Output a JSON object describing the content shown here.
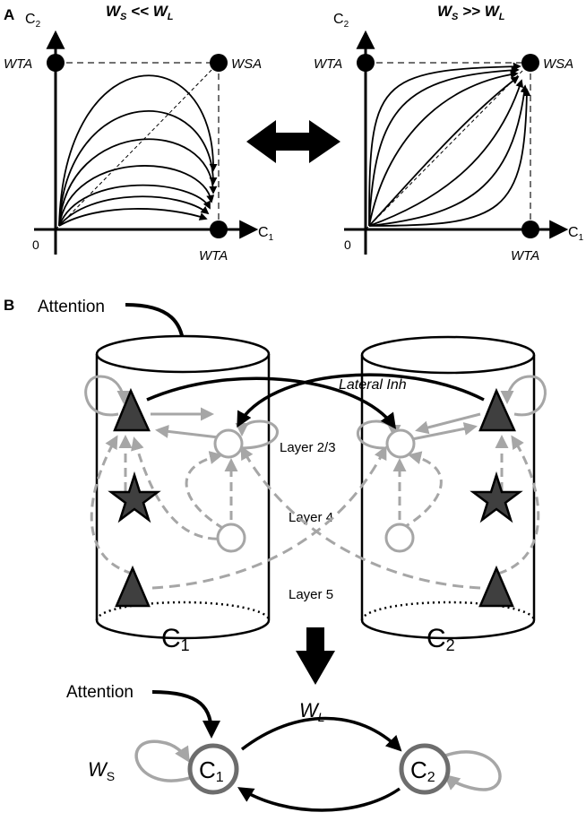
{
  "panel_a": {
    "label": "A",
    "left": {
      "title_ws": "W",
      "title_ws_sub": "S",
      "title_rel": " << ",
      "title_wl": "W",
      "title_wl_sub": "L",
      "y_axis": "C",
      "y_axis_sub": "2",
      "x_axis": "C",
      "x_axis_sub": "1",
      "origin": "0",
      "label_wta_top": "WTA",
      "label_wsa": "WSA",
      "label_wta_bottom": "WTA"
    },
    "right": {
      "title_ws": "W",
      "title_ws_sub": "S",
      "title_rel": " >> ",
      "title_wl": "W",
      "title_wl_sub": "L",
      "y_axis": "C",
      "y_axis_sub": "2",
      "x_axis": "C",
      "x_axis_sub": "1",
      "origin": "0",
      "label_wta_top": "WTA",
      "label_wsa": "WSA",
      "label_wta_bottom": "WTA"
    }
  },
  "panel_b": {
    "label": "B",
    "attention": "Attention",
    "lateral_inh": "Lateral Inh",
    "layer_23": "Layer 2/3",
    "layer_4": "Layer 4",
    "layer_5": "Layer 5",
    "column1": "C",
    "column1_sub": "1",
    "column2": "C",
    "column2_sub": "2"
  },
  "panel_c": {
    "attention": "Attention",
    "wl": "W",
    "wl_sub": "L",
    "ws": "W",
    "ws_sub": "S",
    "node1": "C",
    "node1_sub": "1",
    "node2": "C",
    "node2_sub": "2"
  },
  "colors": {
    "black": "#000000",
    "gray": "#a6a6a6",
    "dark_fill": "#3f3f3f",
    "node_ring": "#6d6d6d"
  }
}
